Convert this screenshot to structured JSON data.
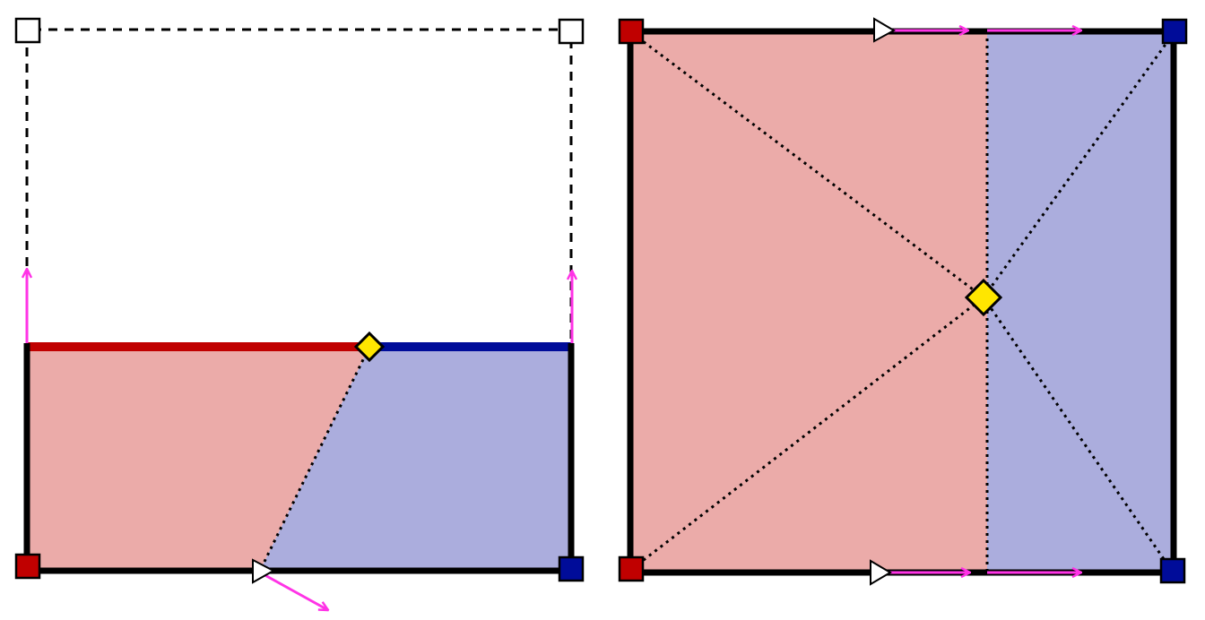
{
  "colors": {
    "red_fill": "#ebaba9",
    "blue_fill": "#abaddd",
    "red_marker": "#c00000",
    "blue_marker": "#000c99",
    "yellow_marker": "#ffe600",
    "magenta_arrow": "#ff33e6",
    "outline": "#000000",
    "hollow_marker": "#ffffff"
  },
  "panels": [
    {
      "name": "left-panel",
      "regions": [
        "red-region",
        "blue-region"
      ],
      "markers": [
        "red-square",
        "blue-square",
        "hollow-square",
        "hollow-square",
        "white-triangle",
        "yellow-diamond"
      ],
      "arrows": 3
    },
    {
      "name": "right-panel",
      "regions": [
        "red-region",
        "blue-region"
      ],
      "markers": [
        "red-square",
        "red-square",
        "blue-square",
        "blue-square",
        "white-triangle",
        "white-triangle",
        "yellow-diamond"
      ],
      "arrows": 4
    }
  ]
}
